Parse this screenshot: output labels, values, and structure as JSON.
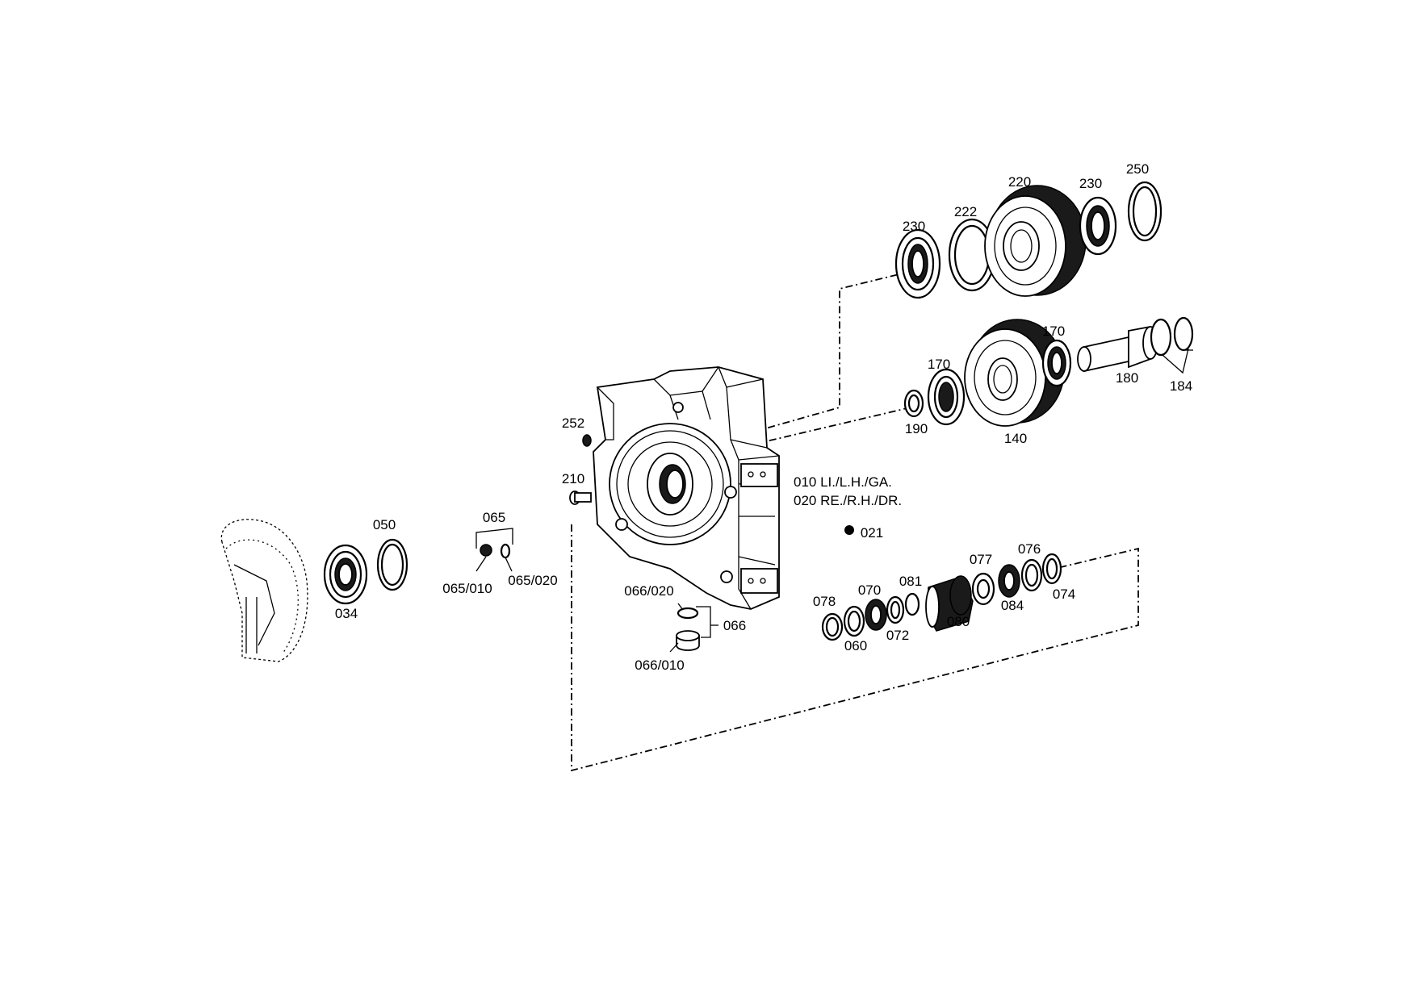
{
  "diagram": {
    "legend": {
      "line1": "010 LI./L.H./GA.",
      "line2": "020 RE./R.H./DR."
    },
    "parts": {
      "p034": "034",
      "p050": "050",
      "p065": "065",
      "p065_010": "065/010",
      "p065_020": "065/020",
      "p252": "252",
      "p210": "210",
      "p066_020": "066/020",
      "p066": "066",
      "p066_010": "066/010",
      "p021": "021",
      "p078": "078",
      "p060": "060",
      "p070": "070",
      "p072": "072",
      "p081": "081",
      "p080": "080",
      "p077": "077",
      "p084": "084",
      "p076": "076",
      "p074": "074",
      "p190": "190",
      "p170a": "170",
      "p140": "140",
      "p170b": "170",
      "p180": "180",
      "p184": "184",
      "p230a": "230",
      "p222": "222",
      "p220": "220",
      "p230b": "230",
      "p250": "250"
    }
  }
}
